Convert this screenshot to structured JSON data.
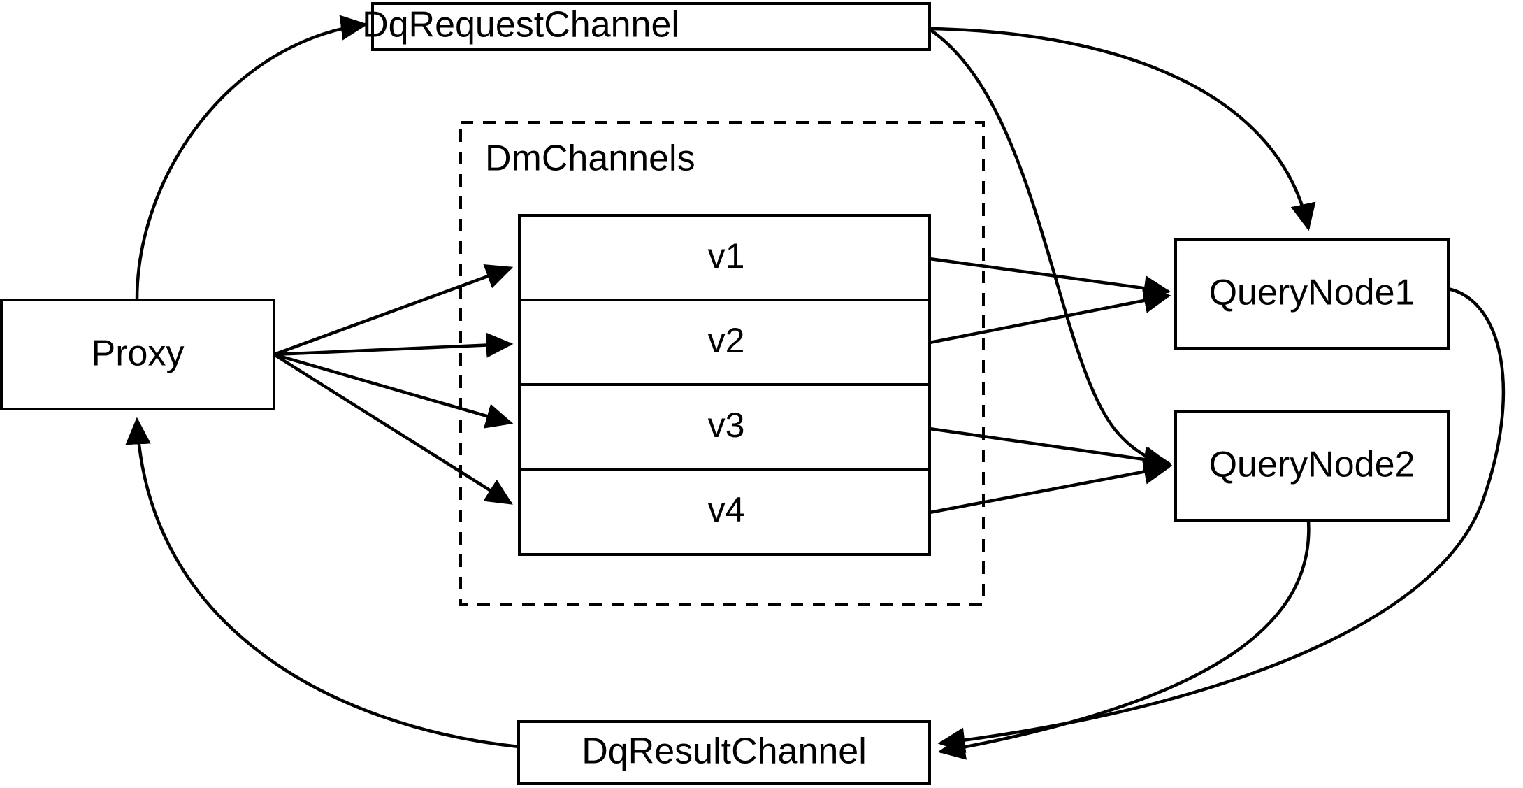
{
  "diagram": {
    "type": "architecture-flow-diagram",
    "background_color": "#ffffff",
    "stroke_color": "#000000",
    "nodes": {
      "proxy": {
        "label": "Proxy"
      },
      "dq_request_channel": {
        "label": "DqRequestChannel"
      },
      "dq_result_channel": {
        "label": "DqResultChannel"
      },
      "query_node_1": {
        "label": "QueryNode1"
      },
      "query_node_2": {
        "label": "QueryNode2"
      },
      "dm_channels_group": {
        "label": "DmChannels"
      }
    },
    "shards": [
      {
        "label": "v1"
      },
      {
        "label": "v2"
      },
      {
        "label": "v3"
      },
      {
        "label": "v4"
      }
    ],
    "edges": [
      {
        "from": "Proxy",
        "to": "DqRequestChannel",
        "style": "curved-arrow"
      },
      {
        "from": "Proxy",
        "to": "v1",
        "style": "straight-arrow"
      },
      {
        "from": "Proxy",
        "to": "v2",
        "style": "straight-arrow"
      },
      {
        "from": "Proxy",
        "to": "v3",
        "style": "straight-arrow"
      },
      {
        "from": "Proxy",
        "to": "v4",
        "style": "straight-arrow"
      },
      {
        "from": "DqRequestChannel",
        "to": "QueryNode1",
        "style": "curved-arrow"
      },
      {
        "from": "DqRequestChannel",
        "to": "QueryNode2",
        "style": "curved-arrow"
      },
      {
        "from": "v1",
        "to": "QueryNode1",
        "style": "straight-arrow"
      },
      {
        "from": "v2",
        "to": "QueryNode1",
        "style": "straight-arrow"
      },
      {
        "from": "v3",
        "to": "QueryNode2",
        "style": "straight-arrow"
      },
      {
        "from": "v4",
        "to": "QueryNode2",
        "style": "straight-arrow"
      },
      {
        "from": "QueryNode1",
        "to": "DqResultChannel",
        "style": "curved-arrow"
      },
      {
        "from": "QueryNode2",
        "to": "DqResultChannel",
        "style": "curved-arrow"
      },
      {
        "from": "DqResultChannel",
        "to": "Proxy",
        "style": "curved-arrow"
      }
    ]
  }
}
